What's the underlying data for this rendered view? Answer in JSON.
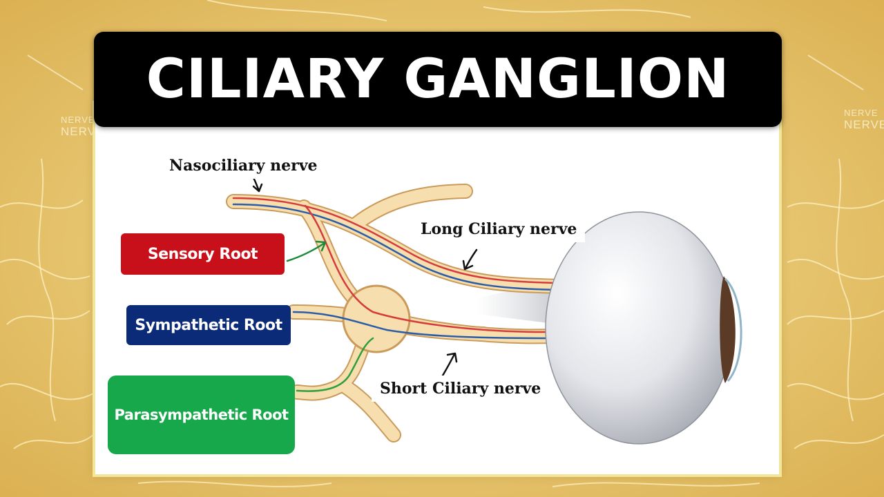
{
  "title": "CILIARY GANGLION",
  "background_text": {
    "left_small": "NERVE",
    "left_big": "NERVE",
    "right_small": "NERVE",
    "right_big": "NERVE"
  },
  "labels": {
    "nasociliary": "Nasociliary nerve",
    "long_ciliary": "Long Ciliary nerve",
    "short_ciliary": "Short Ciliary nerve"
  },
  "roots": {
    "sensory": {
      "label": "Sensory Root",
      "color": "#c8101a"
    },
    "sympathetic": {
      "label": "Sympathetic Root",
      "color": "#0b2a78"
    },
    "parasympathetic": {
      "label": "Parasympathetic Root",
      "color": "#16a84a"
    }
  },
  "colors": {
    "background": "#e7c46d",
    "title_bar": "#000000",
    "nerve_fill": "#f7deae",
    "nerve_outline": "#c99a5a",
    "sensory_fiber": "#d63b3b",
    "sympathetic_fiber": "#2a5ca8",
    "parasympathetic_fiber": "#2e9e3c",
    "arrow_green": "#1e8a3a"
  }
}
